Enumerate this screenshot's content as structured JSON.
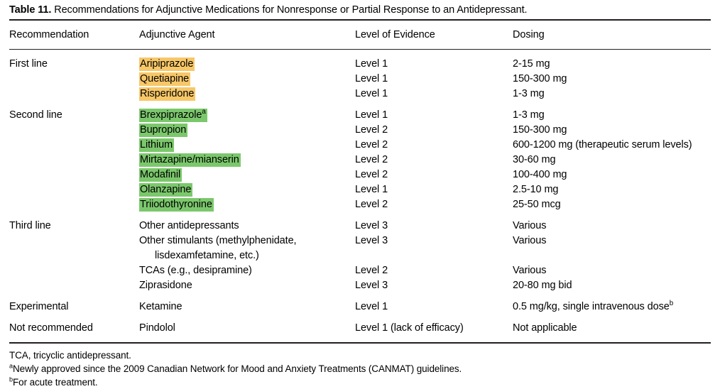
{
  "caption": {
    "label": "Table 11.",
    "text": "Recommendations for Adjunctive Medications for Nonresponse or Partial Response to an Antidepressant."
  },
  "colors": {
    "highlight_first_line": "#f7c768",
    "highlight_second_line": "#7bc86c",
    "rule": "#231f20",
    "text": "#000000"
  },
  "columns": [
    "Recommendation",
    "Adjunctive Agent",
    "Level of Evidence",
    "Dosing"
  ],
  "sections": [
    {
      "recommendation": "First line",
      "highlight": "#f7c768",
      "rows": [
        {
          "agent": "Aripiprazole",
          "agent_sup": "",
          "level": "Level 1",
          "dosing": "2-15 mg",
          "dosing_sup": "",
          "highlighted": true
        },
        {
          "agent": "Quetiapine",
          "agent_sup": "",
          "level": "Level 1",
          "dosing": "150-300 mg",
          "dosing_sup": "",
          "highlighted": true
        },
        {
          "agent": "Risperidone",
          "agent_sup": "",
          "level": "Level 1",
          "dosing": "1-3 mg",
          "dosing_sup": "",
          "highlighted": true
        }
      ]
    },
    {
      "recommendation": "Second line",
      "highlight": "#7bc86c",
      "rows": [
        {
          "agent": "Brexpiprazole",
          "agent_sup": "a",
          "level": "Level 1",
          "dosing": "1-3 mg",
          "dosing_sup": "",
          "highlighted": true
        },
        {
          "agent": "Bupropion",
          "agent_sup": "",
          "level": "Level 2",
          "dosing": "150-300 mg",
          "dosing_sup": "",
          "highlighted": true
        },
        {
          "agent": "Lithium",
          "agent_sup": "",
          "level": "Level 2",
          "dosing": "600-1200 mg (therapeutic serum levels)",
          "dosing_sup": "",
          "highlighted": true
        },
        {
          "agent": "Mirtazapine/mianserin",
          "agent_sup": "",
          "level": "Level 2",
          "dosing": "30-60 mg",
          "dosing_sup": "",
          "highlighted": true
        },
        {
          "agent": "Modafinil",
          "agent_sup": "",
          "level": "Level 2",
          "dosing": "100-400 mg",
          "dosing_sup": "",
          "highlighted": true
        },
        {
          "agent": "Olanzapine",
          "agent_sup": "",
          "level": "Level 1",
          "dosing": "2.5-10 mg",
          "dosing_sup": "",
          "highlighted": true
        },
        {
          "agent": "Triiodothyronine",
          "agent_sup": "",
          "level": "Level 2",
          "dosing": "25-50 mcg",
          "dosing_sup": "",
          "highlighted": true
        }
      ]
    },
    {
      "recommendation": "Third line",
      "highlight": "",
      "rows": [
        {
          "agent": "Other antidepressants",
          "agent_sup": "",
          "agent_cont": "",
          "level": "Level 3",
          "dosing": "Various",
          "dosing_sup": "",
          "highlighted": false
        },
        {
          "agent": "Other stimulants (methylphenidate,",
          "agent_sup": "",
          "agent_cont": "lisdexamfetamine, etc.)",
          "level": "Level 3",
          "dosing": "Various",
          "dosing_sup": "",
          "highlighted": false
        },
        {
          "agent": "TCAs (e.g., desipramine)",
          "agent_sup": "",
          "agent_cont": "",
          "level": "Level 2",
          "dosing": "Various",
          "dosing_sup": "",
          "highlighted": false
        },
        {
          "agent": "Ziprasidone",
          "agent_sup": "",
          "agent_cont": "",
          "level": "Level 3",
          "dosing": "20-80 mg bid",
          "dosing_sup": "",
          "highlighted": false
        }
      ]
    },
    {
      "recommendation": "Experimental",
      "highlight": "",
      "rows": [
        {
          "agent": "Ketamine",
          "agent_sup": "",
          "level": "Level 1",
          "dosing": "0.5 mg/kg, single intravenous dose",
          "dosing_sup": "b",
          "highlighted": false
        }
      ]
    },
    {
      "recommendation": "Not recommended",
      "highlight": "",
      "rows": [
        {
          "agent": "Pindolol",
          "agent_sup": "",
          "level": "Level 1 (lack of efficacy)",
          "dosing": "Not applicable",
          "dosing_sup": "",
          "highlighted": false
        }
      ]
    }
  ],
  "footnotes": [
    {
      "marker": "",
      "text": "TCA, tricyclic antidepressant."
    },
    {
      "marker": "a",
      "text": "Newly approved since the 2009 Canadian Network for Mood and Anxiety Treatments (CANMAT) guidelines."
    },
    {
      "marker": "b",
      "text": "For acute treatment."
    }
  ]
}
